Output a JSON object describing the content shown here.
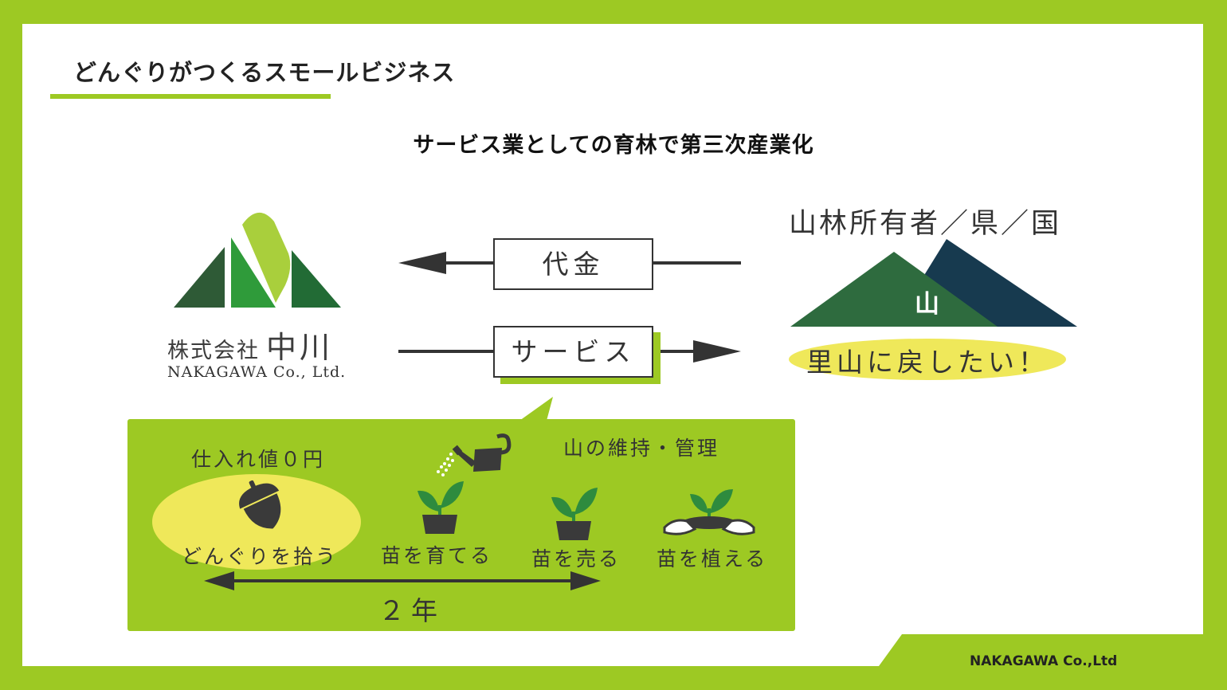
{
  "slide": {
    "title": "どんぐりがつくるスモールビジネス",
    "subtitle": "サービス業としての育林で第三次産業化",
    "footer": "NAKAGAWA Co.,Ltd"
  },
  "company": {
    "name_prefix": "株式会社",
    "name_main": "中川",
    "name_en": "NAKAGAWA Co., Ltd."
  },
  "flow": {
    "payment_label": "代金",
    "service_label": "サービス"
  },
  "owner": {
    "label": "山林所有者／県／国",
    "mountain_char": "山",
    "slogan": "里山に戻したい！"
  },
  "process": {
    "cost_label": "仕入れ値０円",
    "maintain_label": "山の維持・管理",
    "steps": [
      "どんぐりを拾う",
      "苗を育てる",
      "苗を売る",
      "苗を植える"
    ],
    "duration": "２年"
  },
  "colors": {
    "accent_green": "#9dc923",
    "highlight_yellow": "#efe85a",
    "dark_green": "#2e6b3e",
    "navy": "#173a4f"
  }
}
